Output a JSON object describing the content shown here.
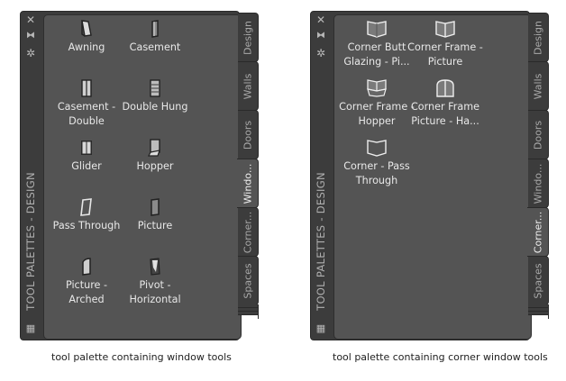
{
  "palettes": [
    {
      "title": "TOOL PALETTES - DESIGN",
      "tabs": [
        "Design",
        "Walls",
        "Doors",
        "Windo...",
        "Corner...",
        "Spaces"
      ],
      "active_tab": "Windo...",
      "tools": [
        {
          "label": "Awning",
          "icon": "awning-window-icon"
        },
        {
          "label": "Casement",
          "icon": "casement-window-icon"
        },
        {
          "label": "Casement - Double",
          "icon": "casement-double-window-icon"
        },
        {
          "label": "Double Hung",
          "icon": "double-hung-window-icon"
        },
        {
          "label": "Glider",
          "icon": "glider-window-icon"
        },
        {
          "label": "Hopper",
          "icon": "hopper-window-icon"
        },
        {
          "label": "Pass Through",
          "icon": "pass-through-window-icon"
        },
        {
          "label": "Picture",
          "icon": "picture-window-icon"
        },
        {
          "label": "Picture - Arched",
          "icon": "picture-arched-window-icon"
        },
        {
          "label": "Pivot - Horizontal",
          "icon": "pivot-horizontal-window-icon"
        }
      ],
      "caption": "tool palette containing window tools"
    },
    {
      "title": "TOOL PALETTES - DESIGN",
      "tabs": [
        "Design",
        "Walls",
        "Doors",
        "Windo...",
        "Corner...",
        "Spaces"
      ],
      "active_tab": "Corner...",
      "tools": [
        {
          "label": "Corner Butt Glazing - Pi...",
          "icon": "corner-butt-glazing-icon"
        },
        {
          "label": "Corner Frame - Picture",
          "icon": "corner-frame-picture-icon"
        },
        {
          "label": "Corner Frame - Hopper",
          "icon": "corner-frame-hopper-icon"
        },
        {
          "label": "Corner Frame Picture - Ha...",
          "icon": "corner-frame-picture-half-icon"
        },
        {
          "label": "Corner - Pass Through",
          "icon": "corner-pass-through-icon"
        }
      ],
      "caption": "tool palette containing corner window tools"
    }
  ],
  "side_buttons": {
    "close": "✕",
    "pin": "⧓",
    "properties": "✲",
    "menu": "▦"
  }
}
